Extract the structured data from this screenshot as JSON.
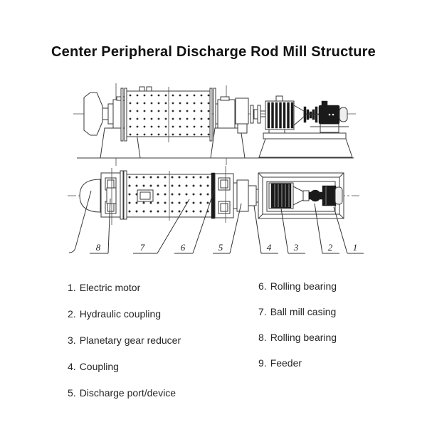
{
  "title": "Center Peripheral Discharge Rod Mill Structure",
  "diagram": {
    "callout_numbers": [
      "8",
      "7",
      "6",
      "5",
      "4",
      "3",
      "2",
      "1"
    ]
  },
  "legend": {
    "left": [
      {
        "num": "1.",
        "label": "Electric motor"
      },
      {
        "num": "2.",
        "label": "Hydraulic coupling"
      },
      {
        "num": "3.",
        "label": "Planetary gear reducer"
      },
      {
        "num": "4.",
        "label": "Coupling"
      },
      {
        "num": "5.",
        "label": "Discharge port/device"
      }
    ],
    "right": [
      {
        "num": "6.",
        "label": "Rolling bearing"
      },
      {
        "num": "7.",
        "label": "Ball mill casing"
      },
      {
        "num": "8.",
        "label": "Rolling bearing"
      },
      {
        "num": "9.",
        "label": "Feeder"
      }
    ]
  },
  "colors": {
    "background": "#ffffff",
    "ink": "#1c1c1c",
    "line": "#3a3a3a"
  }
}
